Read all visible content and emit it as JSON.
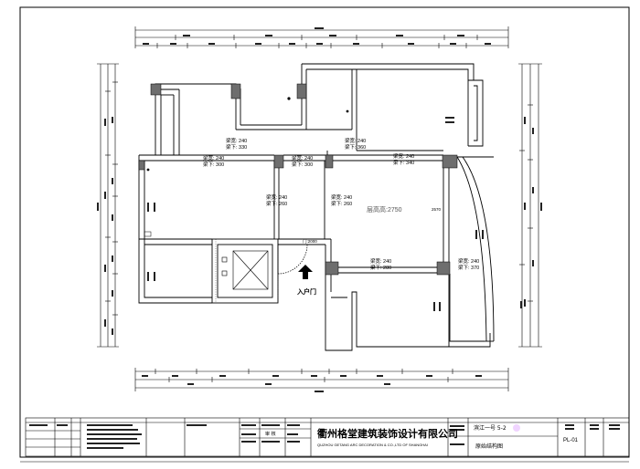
{
  "plan": {
    "ceiling_height_label": "层高高:2750",
    "entrance_label": "入户门",
    "beams": [
      {
        "id": "b1",
        "w": "梁宽: 240",
        "h": "梁下: 330"
      },
      {
        "id": "b2",
        "w": "梁宽: 240",
        "h": "梁下: 360"
      },
      {
        "id": "b3",
        "w": "梁宽: 240",
        "h": "梁下: 300"
      },
      {
        "id": "b4",
        "w": "梁宽: 240",
        "h": "梁下: 300"
      },
      {
        "id": "b5",
        "w": "梁宽: 240",
        "h": "梁下: 340"
      },
      {
        "id": "b6",
        "w": "梁宽: 240",
        "h": "梁下: 260"
      },
      {
        "id": "b7",
        "w": "梁宽: 240",
        "h": "梁下: 260"
      },
      {
        "id": "b8",
        "w": "梁宽: 240",
        "h": "梁下: 280"
      },
      {
        "id": "b9",
        "w": "梁宽: 240",
        "h": "梁下: 370"
      }
    ],
    "small_labels": {
      "door_width": "门:2000",
      "wall_height": "2570"
    }
  },
  "title_block": {
    "company_name": "衢州格堂建筑装饰设计有限公司",
    "company_english": "QUZHOU GETANG ARC DECORATION & CO.,LTD OF SHANGHAI",
    "project_name": "滨江一号 5-2",
    "drawing_name": "原始结构图",
    "drawing_number": "PL-01",
    "check_label": "审 核"
  },
  "colors": {
    "line": "#000000",
    "column": "#6e6e6e",
    "dim": "#333333",
    "watermark": "#e6b8ff"
  }
}
